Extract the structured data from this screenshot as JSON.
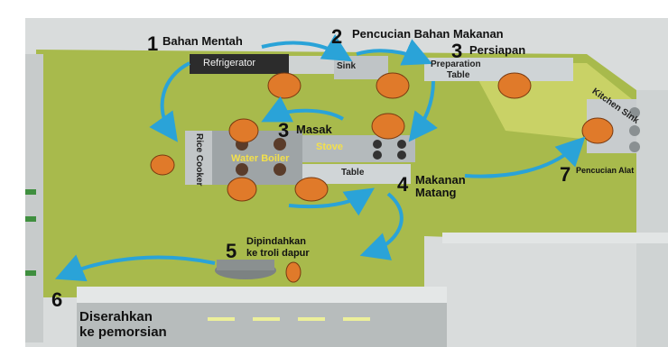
{
  "steps": [
    {
      "num": "1",
      "label": "Bahan Mentah"
    },
    {
      "num": "2",
      "label": "Pencucian Bahan Makanan"
    },
    {
      "num": "3",
      "label": "Persiapan"
    },
    {
      "num": "3",
      "label": "Masak"
    },
    {
      "num": "4",
      "label_line1": "Makanan",
      "label_line2": "Matang"
    },
    {
      "num": "5",
      "label_line1": "Dipindahkan",
      "label_line2": "ke troli dapur"
    },
    {
      "num": "6",
      "label_line1": "Diserahkan",
      "label_line2": "ke pemorsian"
    },
    {
      "num": "7",
      "label": "Pencucian Alat"
    }
  ],
  "equipment": {
    "refrigerator": "Refrigerator",
    "sink": "Sink",
    "prep_line1": "Preparation",
    "prep_line2": "Table",
    "kitchen_sink": "Kitchen Sink",
    "rice_cooker": "Rice Cooker",
    "water_boiler": "Water Boiler",
    "stove": "Stove",
    "table": "Table"
  },
  "colors": {
    "floor": "#a6b94a",
    "arrow": "#2aa3d8",
    "worker": "#e07a2a"
  }
}
